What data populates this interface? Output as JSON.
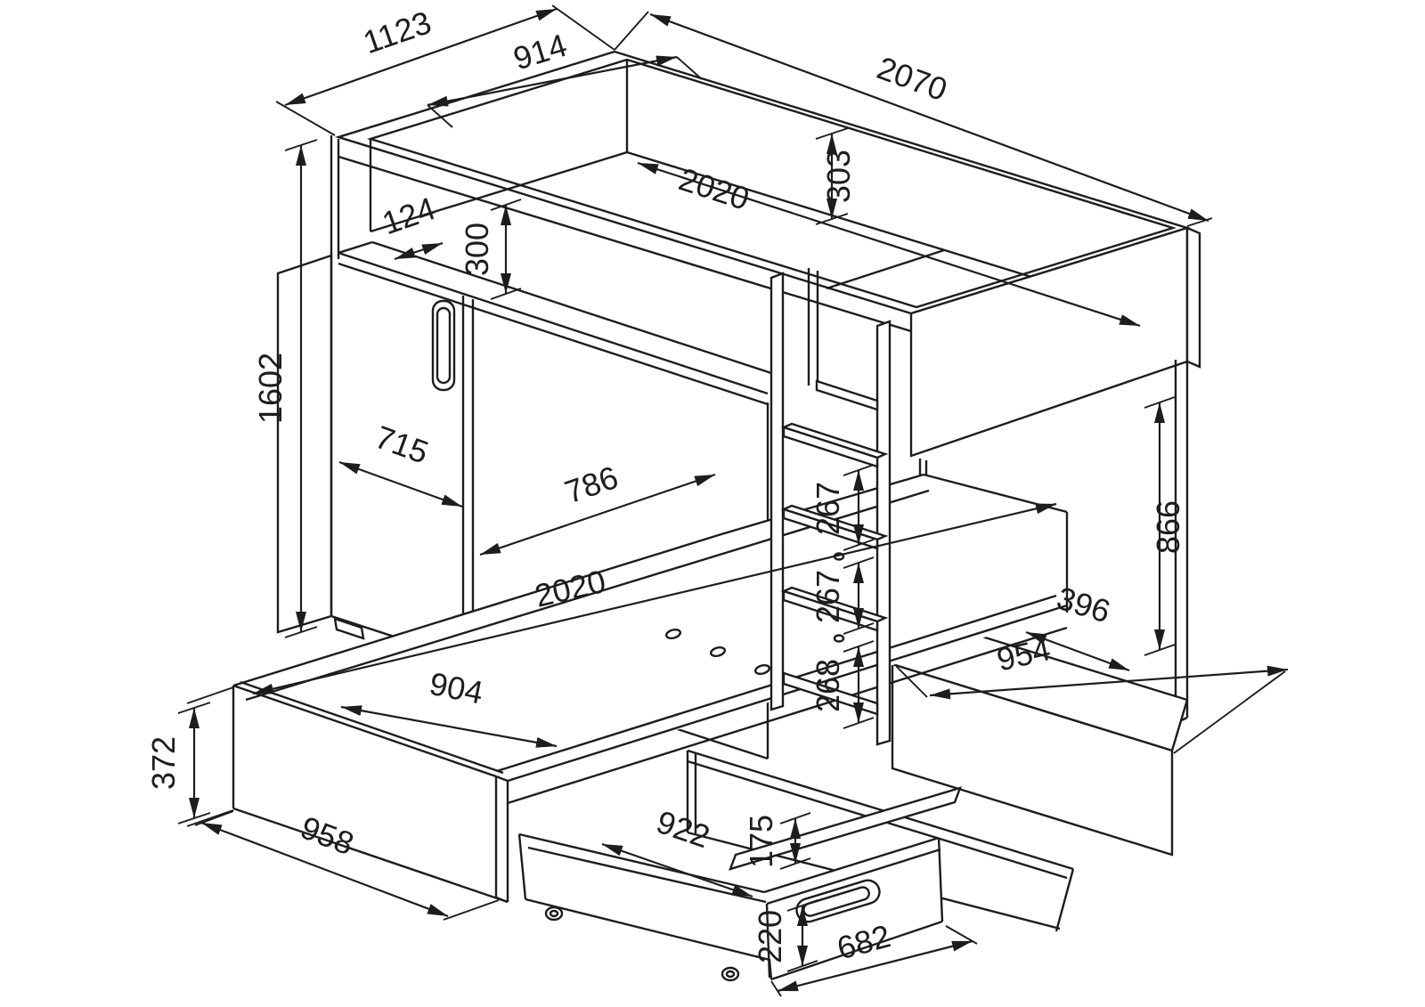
{
  "drawing": {
    "type": "furniture-technical-drawing",
    "subject": "Bunk bed unit with wardrobe, shelf ladder, pull-out guest bed and rolling storage drawer",
    "view": "isometric line drawing",
    "units": "mm",
    "line_color": "#1d1d1b",
    "background_color": "#ffffff"
  },
  "dimensions": {
    "top_depth": "1123",
    "headboard_shelf_width": "914",
    "upper_bed_outer_length": "2070",
    "upper_rail_height": "303",
    "upper_bed_inner_length": "2020",
    "shelf_niche_depth": "124",
    "shelf_niche_height": "300",
    "wardrobe_height": "1602",
    "wardrobe_door_width": "715",
    "sliding_panel_width": "786",
    "pullout_bed_length": "2020",
    "shelf_gap_top": "267",
    "shelf_gap_middle": "267",
    "shelf_gap_bottom": "268",
    "underbed_clearance_height": "866",
    "base_unit_top_depth": "396",
    "base_unit_width": "954",
    "pullout_bed_inner_width": "904",
    "pullout_bed_height": "372",
    "pullout_bed_end_width": "958",
    "drawer_inner_length": "922",
    "drawer_inner_depth": "175",
    "drawer_front_height": "220",
    "drawer_front_width": "682"
  }
}
